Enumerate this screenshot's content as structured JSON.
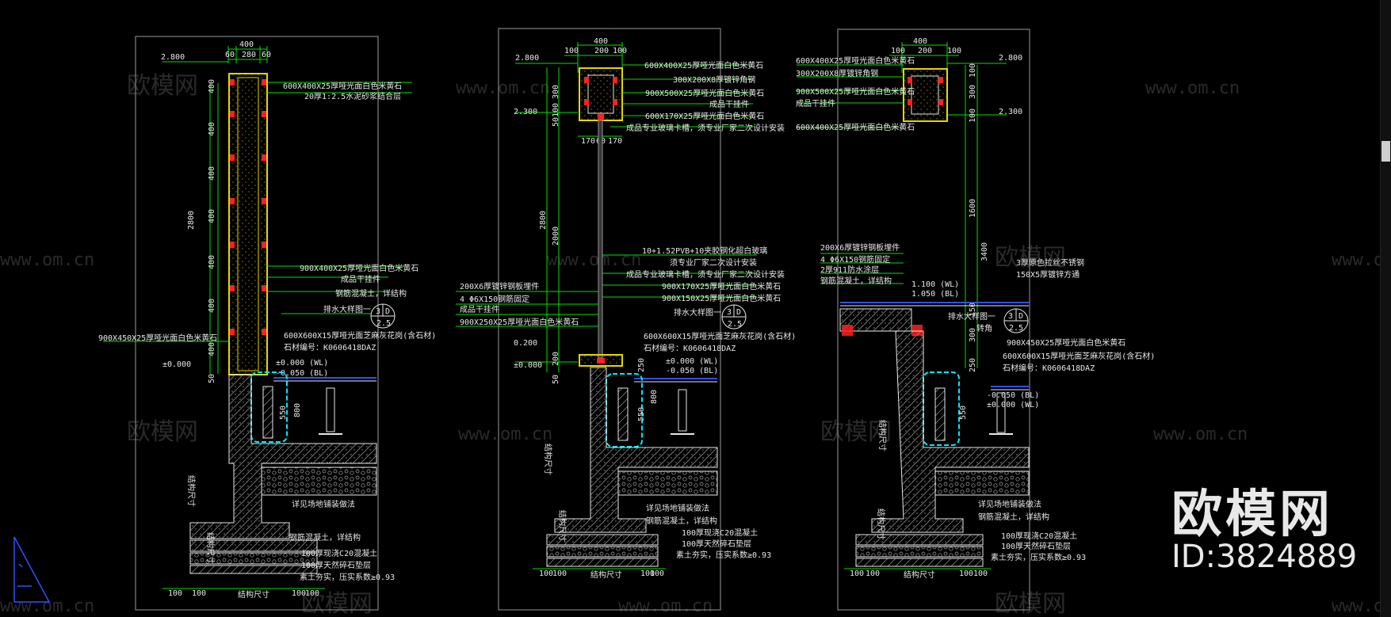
{
  "watermark": {
    "brand": "欧模网",
    "id_label": "ID:3824889",
    "url": "www.om.cn"
  },
  "colors": {
    "bg": "#000000",
    "green": "#00e000",
    "yellow": "#e6d600",
    "red": "#ff2020",
    "cyan": "#00e8ff",
    "white": "#e8e8e8",
    "blue": "#3050ff",
    "frame": "#9a9a9a"
  },
  "left_section": {
    "dims_top": [
      "400",
      "60",
      "280",
      "60"
    ],
    "elev_top": "2.800",
    "elev_zero": "±0.000",
    "dims_vert": [
      "400",
      "400",
      "400",
      "2800",
      "400",
      "400",
      "400",
      "400",
      "50"
    ],
    "dims_bottom": [
      "100",
      "100",
      "100",
      "100"
    ],
    "callouts": [
      "600X400X25厚哑光面白色米黄石",
      "20厚1:2.5水泥砂浆结合层",
      "900X400X25厚哑光面白色米黄石",
      "成品干挂件",
      "钢筋混凝土，详结构",
      "900X450X25厚哑光面白色米黄石"
    ],
    "detail_ref": {
      "title": "排水大样图一",
      "num": "3",
      "sheet": "D",
      "sub": "2.5"
    },
    "pave": [
      "600X600X15厚哑光面芝麻灰花岗(含石材)",
      "石材编号：K0606418DAZ"
    ],
    "elevs": [
      "±0.000 (WL)",
      "-0.050 (BL)"
    ],
    "num_550": "550",
    "num_800": "800",
    "vert_labels": [
      "结构尺寸",
      "结构尺寸"
    ],
    "base_labels": [
      "详见场地铺装做法",
      "钢筋混凝土，详结构",
      "100厚现浇C20混凝土",
      "100厚天然碎石垫层",
      "素土夯实，压实系数≥0.93"
    ],
    "bottom_label": "结构尺寸"
  },
  "mid_section": {
    "dims_top": [
      "400",
      "100",
      "200",
      "100"
    ],
    "elev_top": "2.800",
    "elev_23": "2.300",
    "elev_02": "0.200",
    "elev_zero": "±0.000",
    "dims_vert": [
      "300",
      "100",
      "50",
      "2000",
      "2800",
      "200",
      "50"
    ],
    "dims_below_box": [
      "170",
      "60",
      "170"
    ],
    "callouts_top": [
      "600X400X25厚哑光面白色米黄石",
      "300X200X8厚镀锌角钢",
      "900X500X25厚哑光面白色米黄石",
      "成品干挂件",
      "600X170X25厚哑光面白色米黄石",
      "成品专业玻璃卡槽，须专业厂家二次设计安装"
    ],
    "callouts_mid": [
      "10+1.52PVB+10夹胶钢化超白玻璃",
      "须专业厂家二次设计安装",
      "成品专业玻璃卡槽，须专业厂家二次设计安装",
      "900X170X25厚哑光面白色米黄石",
      "900X150X25厚哑光面白色米黄石"
    ],
    "callouts_left": [
      "200X6厚镀锌钢板埋件",
      "4 Φ6X150钢筋固定",
      "成品干挂件",
      "900X250X25厚哑光面白色米黄石"
    ],
    "detail_ref": {
      "title": "排水大样图一",
      "num": "3",
      "sheet": "D",
      "sub": "2.5"
    },
    "pave": [
      "600X600X15厚哑光面芝麻灰花岗(含石材)",
      "石材编号：K0606418DAZ"
    ],
    "elevs": [
      "±0.000 (WL)",
      "-0.050 (BL)"
    ],
    "num_250": "250",
    "num_550": "550",
    "num_800": "800",
    "base_labels": [
      "详见场地铺装做法",
      "钢筋混凝土，详结构",
      "100厚现浇C20混凝土",
      "100厚天然碎石垫层",
      "素土夯实，压实系数≥0.93"
    ],
    "dims_bottom": [
      "100",
      "100",
      "100",
      "100"
    ],
    "bottom_label": "结构尺寸",
    "vert_labels": [
      "结构尺寸",
      "结构尺寸"
    ]
  },
  "right_section": {
    "dims_top": [
      "400",
      "100",
      "200",
      "100"
    ],
    "elev_top": "2.800",
    "elev_23": "2.300",
    "callouts_top": [
      "600X400X25厚哑光面白色米黄石",
      "300X200X8厚镀锌角钢",
      "900X500X25厚哑光面白色米黄石",
      "成品干挂件",
      "600X400X25厚哑光面白色米黄石"
    ],
    "dims_vert": [
      "100",
      "300",
      "100",
      "1600",
      "3400",
      "150",
      "300",
      "250"
    ],
    "callouts_mid": [
      "200X6厚镀锌钢板埋件",
      "4 Φ6X150钢筋固定",
      "2厚911防水涂层",
      "钢筋混凝土，详结构"
    ],
    "elevs_water": [
      "1.100 (WL)",
      "1.050 (BL)"
    ],
    "right_notes": [
      "3厚原色拉丝不锈钢",
      "150X5厚镀锌方通"
    ],
    "detail_ref": {
      "title": "排水大样图一",
      "num": "3",
      "sheet": "D",
      "sub": "2.5"
    },
    "top_slot": "转角",
    "stone": "900X450X25厚哑光面白色米黄石",
    "pave": [
      "600X600X15厚哑光面芝麻灰花岗(含石材)",
      "石材编号：K0606418DAZ"
    ],
    "elevs": [
      "-0.050 (BL)",
      "±0.000 (WL)"
    ],
    "num_550": "550",
    "base_labels": [
      "详见场地铺装做法",
      "钢筋混凝土，详结构",
      "100厚现浇C20混凝土",
      "100厚天然碎石垫层",
      "素土夯实，压实系数≥0.93"
    ],
    "dims_bottom": [
      "100",
      "100",
      "100",
      "100"
    ],
    "bottom_label": "结构尺寸",
    "vert_labels": [
      "结构尺寸",
      "结构尺寸"
    ]
  }
}
